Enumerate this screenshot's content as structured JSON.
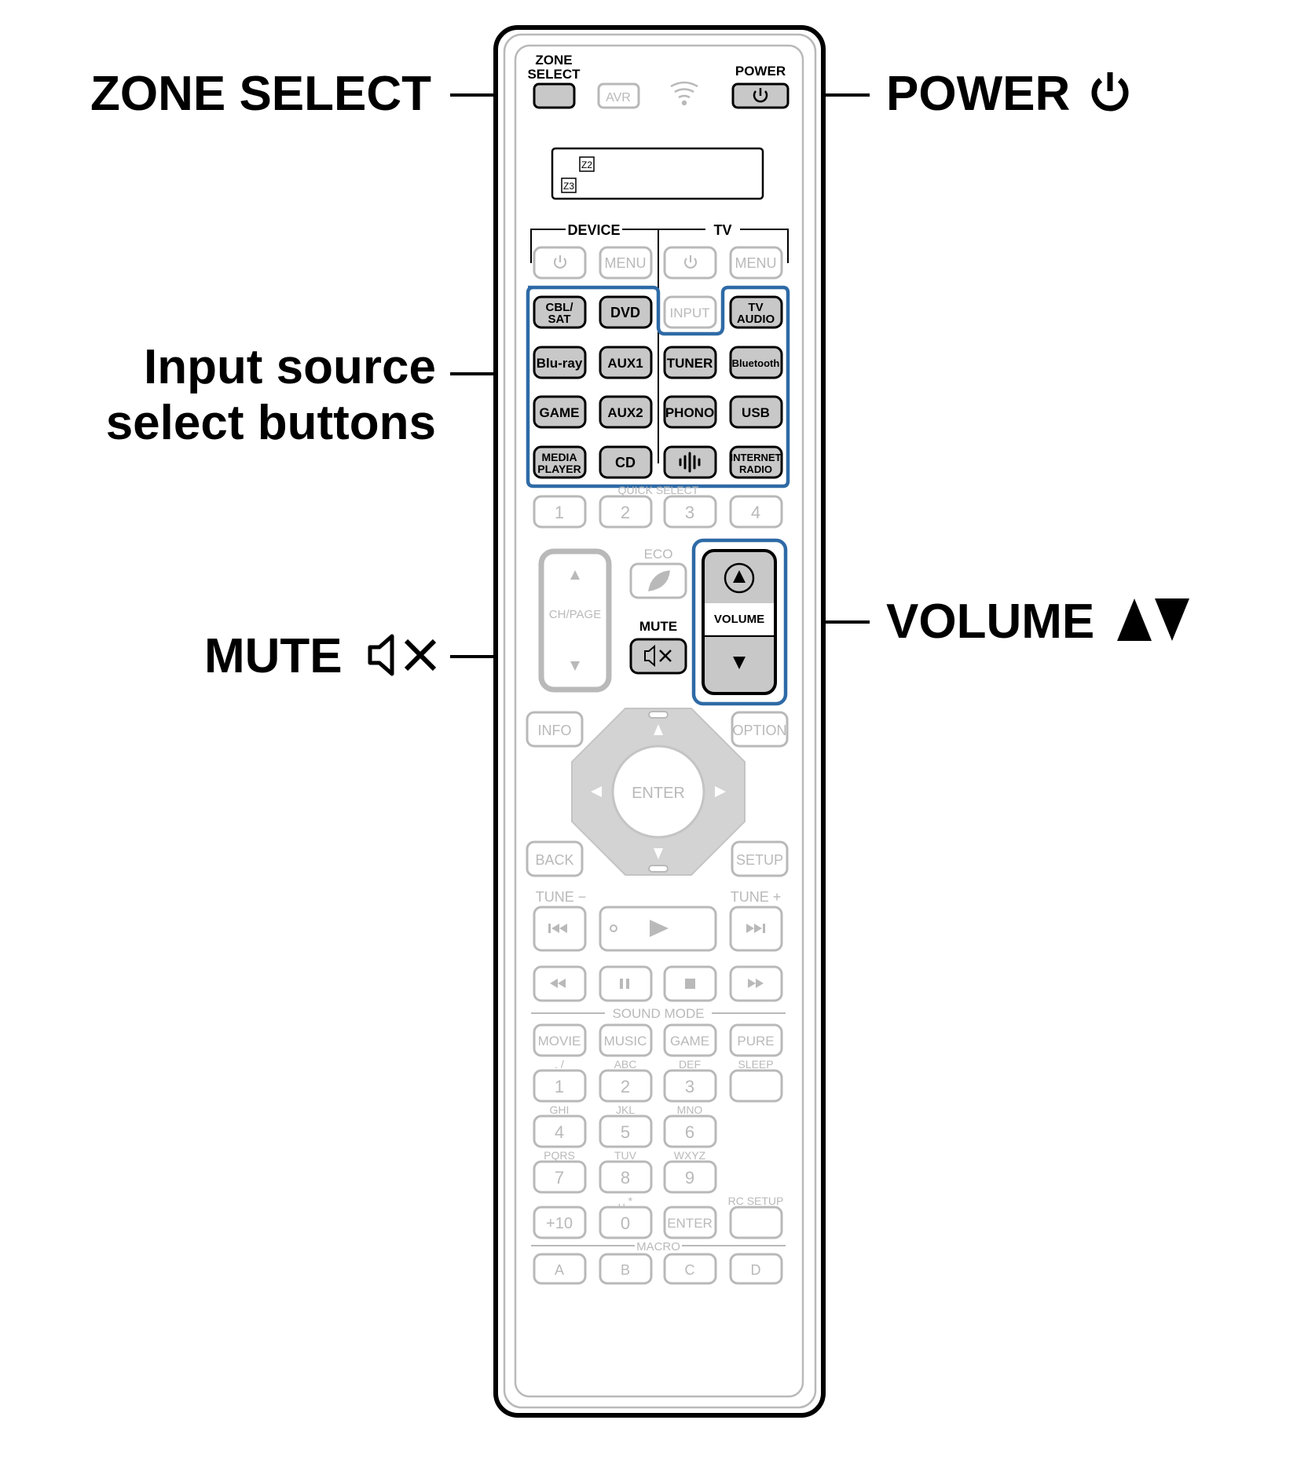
{
  "colors": {
    "active_fill": "#c8c8c8",
    "active_stroke": "#000000",
    "inactive_stroke": "#b9b9b9",
    "inactive_text": "#b9b9b9",
    "highlight": "#2e6aa6",
    "body_outline": "#000000"
  },
  "callouts": {
    "zone_select": "ZONE SELECT",
    "power": "POWER",
    "input_line1": "Input source",
    "input_line2": "select buttons",
    "volume": "VOLUME",
    "mute": "MUTE"
  },
  "remote": {
    "top": {
      "zone_label_1": "ZONE",
      "zone_label_2": "SELECT",
      "avr": "AVR",
      "power_label": "POWER"
    },
    "display": {
      "z2": "Z2",
      "z3": "Z3"
    },
    "groups": {
      "device": "DEVICE",
      "tv": "TV"
    },
    "menu": "MENU",
    "input": "INPUT",
    "sources": {
      "cbl_1": "CBL/",
      "cbl_2": "SAT",
      "dvd": "DVD",
      "tv_1": "TV",
      "tv_2": "AUDIO",
      "bluray": "Blu-ray",
      "aux1": "AUX1",
      "tuner": "TUNER",
      "bluetooth": "Bluetooth",
      "game": "GAME",
      "aux2": "AUX2",
      "phono": "PHONO",
      "usb": "USB",
      "media_1": "MEDIA",
      "media_2": "PLAYER",
      "cd": "CD",
      "inet_1": "INTERNET",
      "inet_2": "RADIO"
    },
    "quick_select": {
      "label": "QUICK SELECT",
      "keys": [
        "1",
        "2",
        "3",
        "4"
      ]
    },
    "eco": "ECO",
    "ch_page": "CH/PAGE",
    "mute": "MUTE",
    "volume": "VOLUME",
    "info": "INFO",
    "option": "OPTION",
    "enter": "ENTER",
    "back": "BACK",
    "setup": "SETUP",
    "tune_minus": "TUNE −",
    "tune_plus": "TUNE +",
    "sound_mode": {
      "label": "SOUND MODE",
      "keys": [
        "MOVIE",
        "MUSIC",
        "GAME",
        "PURE"
      ]
    },
    "keypad": {
      "sub": [
        ". /",
        "ABC",
        "DEF",
        "GHI",
        "JKL",
        "MNO",
        "PQRS",
        "TUV",
        "WXYZ"
      ],
      "digits": [
        "1",
        "2",
        "3",
        "4",
        "5",
        "6",
        "7",
        "8",
        "9"
      ],
      "sleep": "SLEEP",
      "rc_setup": "RC SETUP",
      "plus10": "+10",
      "zero": "0",
      "space_star": "␣  *",
      "enter": "ENTER"
    },
    "macro": {
      "label": "MACRO",
      "keys": [
        "A",
        "B",
        "C",
        "D"
      ]
    }
  }
}
